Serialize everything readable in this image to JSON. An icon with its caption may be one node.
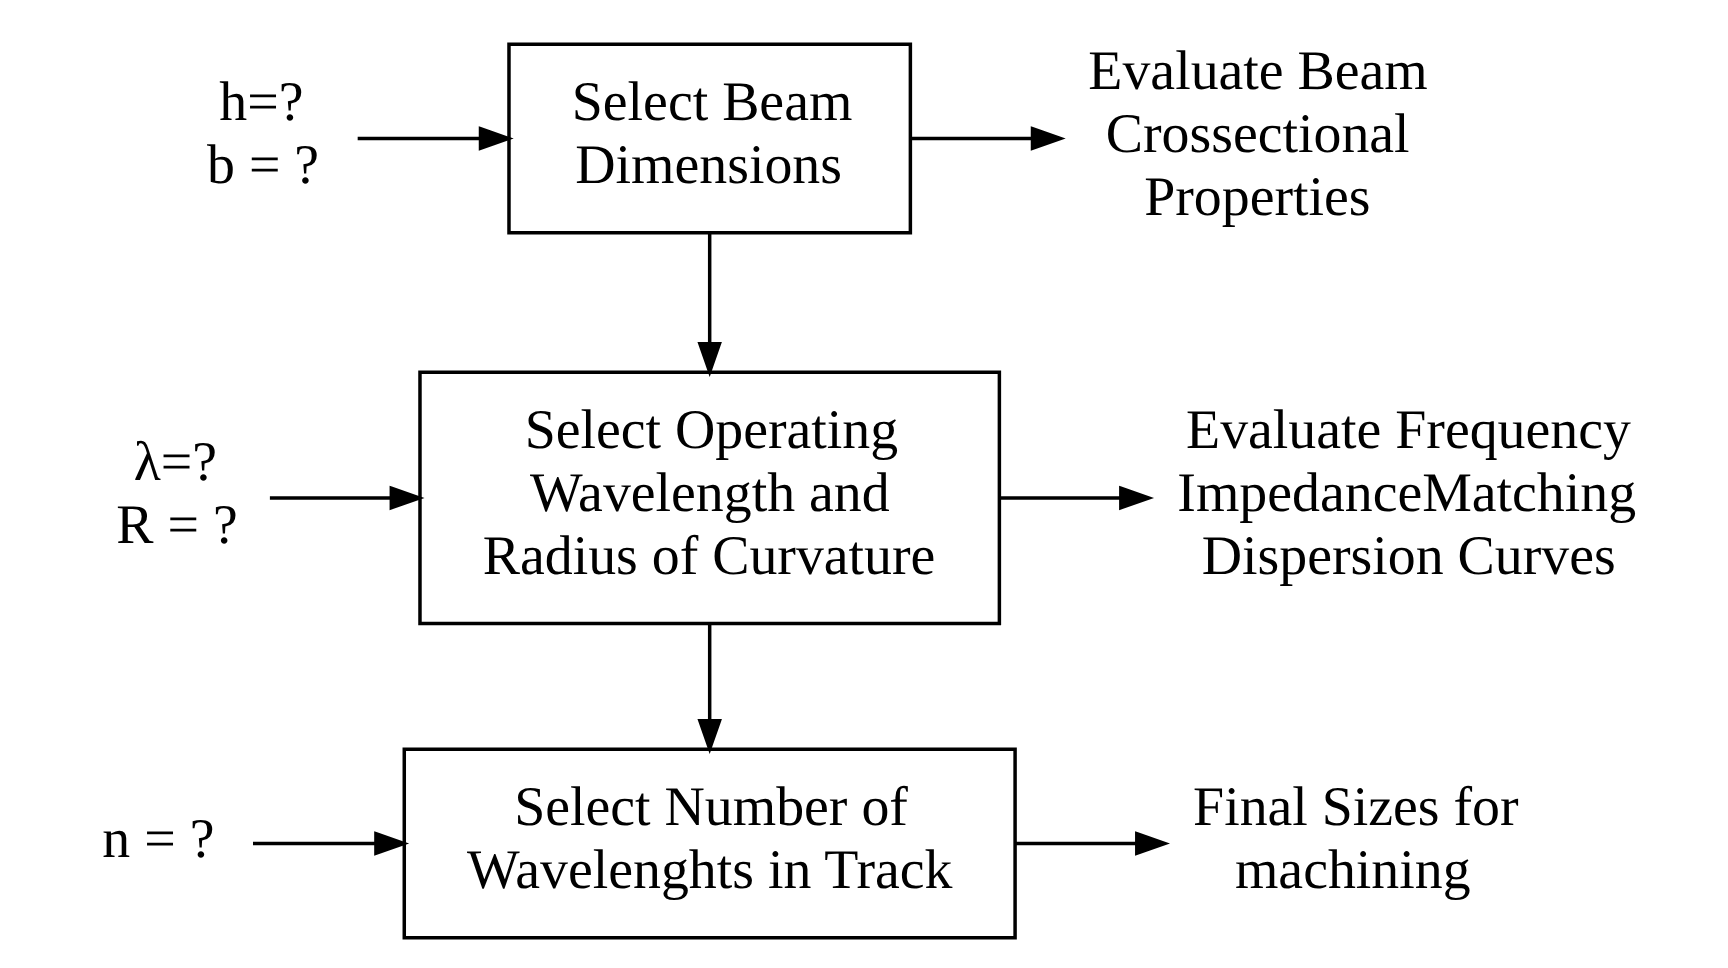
{
  "diagram": {
    "nodes": [
      {
        "text": [
          "h=?",
          "b = ?"
        ]
      },
      {
        "text": [
          "Select Beam Dimensions"
        ]
      },
      {
        "text": [
          "Evaluate Beam Crossectional Properties"
        ]
      },
      {
        "text": [
          "λ=?",
          "R = ?"
        ]
      },
      {
        "text": [
          "Select Operating Wavelength and Radius of Curvature"
        ]
      },
      {
        "text": [
          "Evaluate Frequency ImpedanceMatching Dispersion Curves"
        ]
      },
      {
        "text": [
          "n = ?"
        ]
      },
      {
        "text": [
          "Select Number of Wavelenghts in Track"
        ]
      },
      {
        "text": [
          "Final Sizes for machining"
        ]
      }
    ],
    "edges": [
      {
        "from": 0,
        "to": 1,
        "arrow": "to"
      },
      {
        "from": 1,
        "to": 2,
        "arrow": "to"
      },
      {
        "from": 1,
        "to": 4,
        "arrow": "to"
      },
      {
        "from": 3,
        "to": 4,
        "arrow": "to"
      },
      {
        "from": 4,
        "to": 5,
        "arrow": "to"
      },
      {
        "from": 4,
        "to": 7,
        "arrow": "to"
      },
      {
        "from": 6,
        "to": 7,
        "arrow": "to"
      },
      {
        "from": 7,
        "to": 8,
        "arrow": "to"
      }
    ]
  }
}
